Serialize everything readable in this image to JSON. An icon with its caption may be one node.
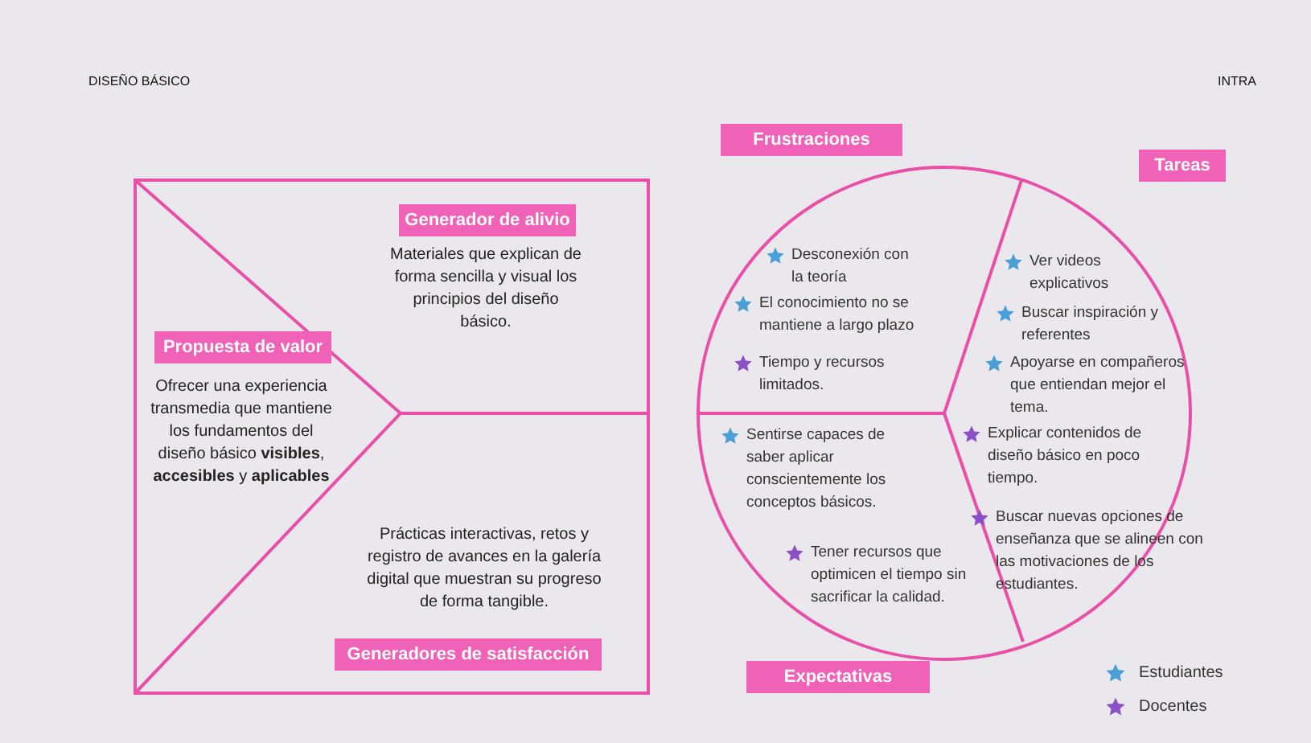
{
  "diagram": {
    "nodes": [
      {
        "text": [],
        "shape": "box"
      },
      {
        "text": [
          "Generador de alivio"
        ],
        "in": 0
      },
      {
        "text": [
          "Propuesta de valor"
        ],
        "in": 0
      },
      {
        "text": [
          "Generadores de satisfacción"
        ],
        "in": 0
      },
      {
        "text": [
          "Frustraciones"
        ]
      },
      {
        "text": [
          "Tareas"
        ]
      },
      {
        "text": [],
        "shape": "circle"
      },
      {
        "text": [
          "Desconexión con la teoría"
        ],
        "in": 6
      },
      {
        "text": [
          "El conocimiento no se mantiene a largo plazo"
        ],
        "in": 6
      },
      {
        "text": [
          "Tiempo y recursos limitados."
        ],
        "in": 6
      },
      {
        "text": [
          "Ver videos explicativos"
        ],
        "in": 6
      },
      {
        "text": [
          "Buscar inspiración y referentes"
        ],
        "in": 6
      },
      {
        "text": [
          "Apoyarse en compañeros que entiendan mejor el tema."
        ],
        "in": 6
      },
      {
        "text": [
          "Explicar contenidos de diseño básico en poco tiempo."
        ],
        "in": 6
      },
      {
        "text": [
          "Buscar nuevas opciones de enseñanza que se alineen con las motivaciones de los estudiantes."
        ],
        "in": 6
      },
      {
        "text": [
          "Sentirse capaces de saber aplicar conscientemente los conceptos básicos."
        ],
        "in": 6
      },
      {
        "text": [
          "Tener recursos que optimicen el tiempo sin sacrificar la calidad."
        ],
        "in": 6
      },
      {
        "text": [
          "Expectativas"
        ]
      }
    ],
    "labels": [
      "DISEÑO BÁSICO",
      "INTRA",
      "Materiales que explican de forma sencilla y visual los principios del diseño básico.",
      "Ofrecer una experiencia transmedia que mantiene los fundamentos del diseño básico **visibles**, **accesibles** y **aplicables**",
      "Prácticas interactivas, retos y registro de avances en la galería digital que muestran su progreso de forma tangible."
    ],
    "legend": [
      {
        "text": "Estudiantes",
        "color": "#4a9fd6"
      },
      {
        "text": "Docentes",
        "color": "#8b4fc6"
      }
    ]
  }
}
